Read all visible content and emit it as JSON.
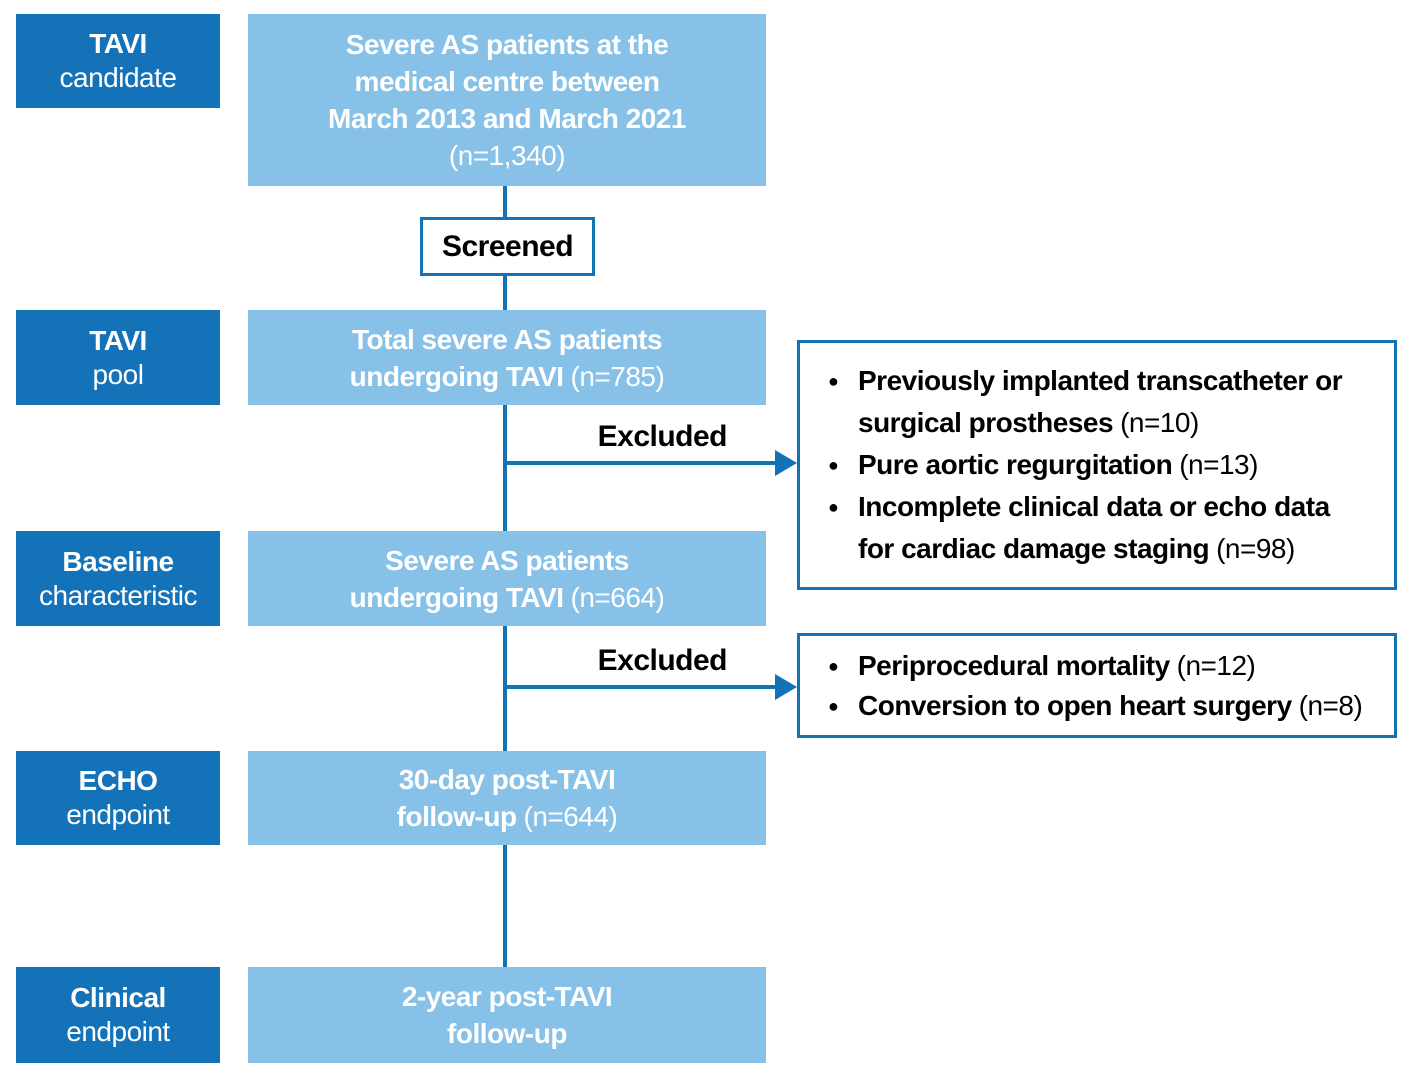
{
  "palette": {
    "dark-blue": "#1473b8",
    "light-blue": "#87c1e8",
    "line-blue": "#1272b6",
    "box-text": "#ffffff",
    "annotation-text": "#000000"
  },
  "stage_labels": [
    {
      "primary": "TAVI",
      "secondary": "candidate"
    },
    {
      "primary": "TAVI",
      "secondary": "pool"
    },
    {
      "primary": "Baseline",
      "secondary": "characteristic"
    },
    {
      "primary": "ECHO",
      "secondary": "endpoint"
    },
    {
      "primary": "Clinical",
      "secondary": "endpoint"
    }
  ],
  "flow": {
    "screened": "Screened",
    "excluded1": "Excluded",
    "excluded2": "Excluded",
    "boxes": {
      "candidates": {
        "line1": "Severe AS patients at the",
        "line2": "medical centre between",
        "line3": "March 2013 and March 2021",
        "n": "(n=1,340)"
      },
      "tavi_pool": {
        "line1": "Total severe AS patients",
        "line2": "undergoing TAVI",
        "n": "(n=785)"
      },
      "baseline": {
        "line1": "Severe AS patients",
        "line2": "undergoing TAVI",
        "n": "(n=664)"
      },
      "echo": {
        "line1": "30-day post-TAVI",
        "line2": "follow-up",
        "n": "(n=644)"
      },
      "clinical": {
        "line1": "2-year post-TAVI",
        "line2": "follow-up"
      }
    }
  },
  "exclusions": {
    "first": {
      "item1": {
        "line1": "Previously implanted transcatheter or",
        "line2": "surgical prostheses",
        "n": "(n=10)"
      },
      "item2": {
        "line1": "Pure aortic regurgitation",
        "n": "(n=13)"
      },
      "item3": {
        "line1": "Incomplete clinical data or echo data",
        "line2": "for cardiac damage staging",
        "n": "(n=98)"
      }
    },
    "second": {
      "item1": {
        "line1": "Periprocedural mortality",
        "n": "(n=12)"
      },
      "item2": {
        "line1": "Conversion to open heart surgery",
        "n": "(n=8)"
      }
    }
  },
  "icons": {
    "bullet": "●"
  }
}
